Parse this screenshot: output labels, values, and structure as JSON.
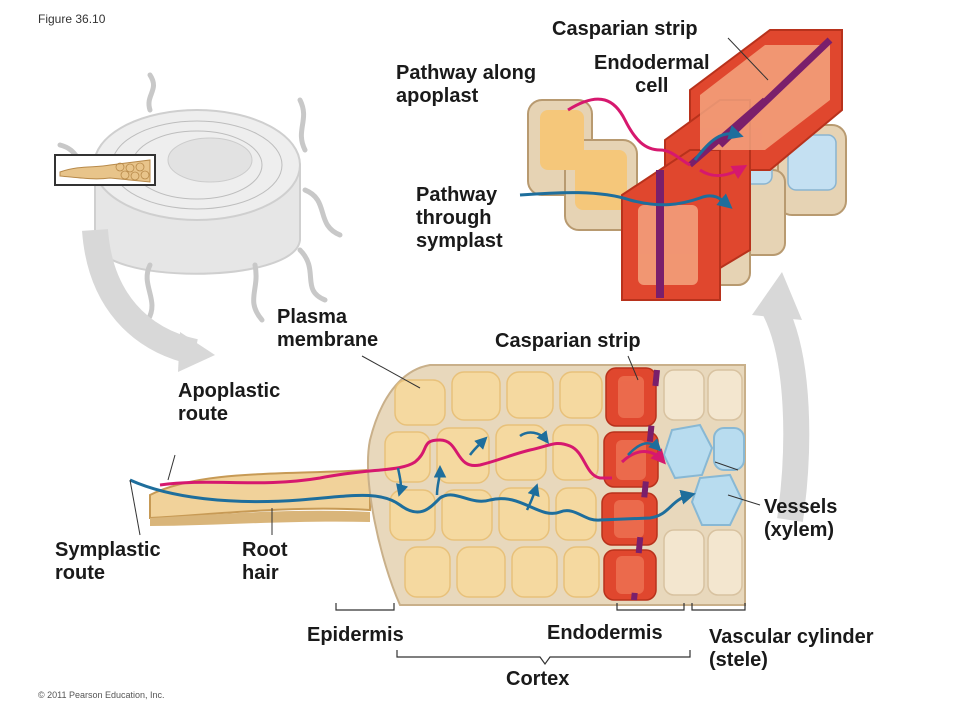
{
  "figure_label": "Figure 36.10",
  "copyright": "© 2011 Pearson Education, Inc.",
  "labels": {
    "casparian_strip_top": "Casparian strip",
    "endodermal_cell": "Endodermal\ncell",
    "pathway_apoplast": "Pathway along\napoplast",
    "pathway_symplast": "Pathway\nthrough\nsymplast",
    "plasma_membrane": "Plasma\nmembrane",
    "casparian_strip_bottom": "Casparian strip",
    "apoplastic_route": "Apoplastic\nroute",
    "symplastic_route": "Symplastic\nroute",
    "root_hair": "Root\nhair",
    "vessels_xylem": "Vessels\n(xylem)",
    "epidermis": "Epidermis",
    "endodermis": "Endodermis",
    "vascular_cylinder": "Vascular cylinder\n(stele)",
    "cortex": "Cortex"
  },
  "colors": {
    "apoplast_path": "#d6186e",
    "symplast_path": "#1e6e9c",
    "cell_fill": "#f1d29a",
    "cell_wall": "#dcc8a8",
    "endodermis_red": "#e0472e",
    "casparian": "#7a1f6b",
    "xylem": "#b8dcef",
    "arrow_gray": "#d8d8d8"
  }
}
